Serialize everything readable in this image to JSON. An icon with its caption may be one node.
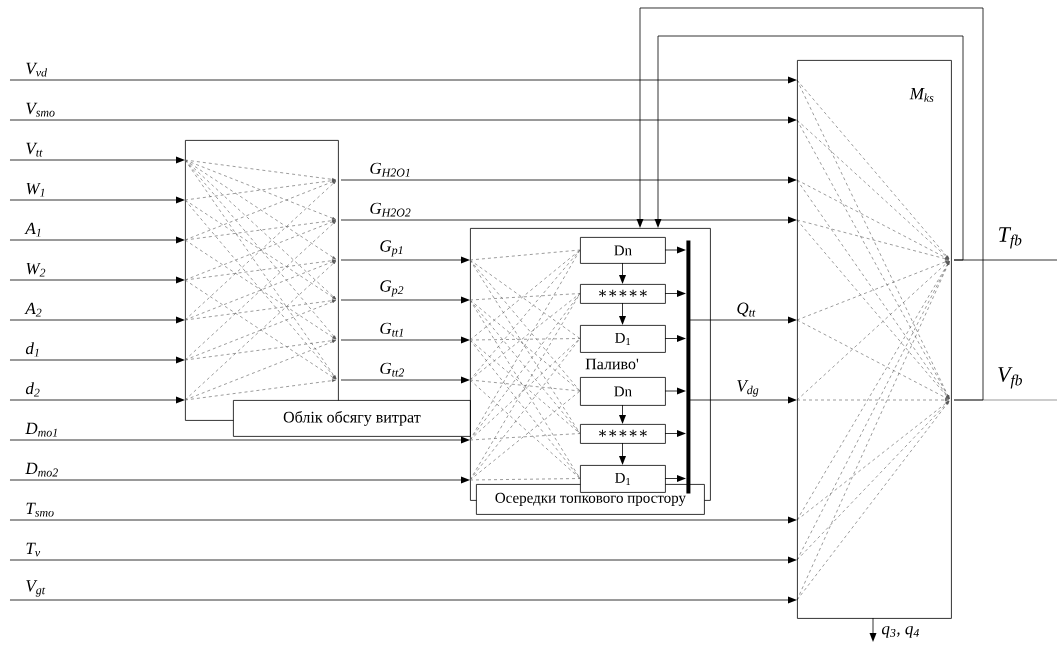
{
  "diagram": {
    "nodes": [
      {
        "text": [
          "Облік обсягу витрат"
        ]
      },
      {
        "text": [
          "Осередки топкового простору"
        ]
      },
      {
        "text": [
          "Dn"
        ],
        "in": 1
      },
      {
        "text": [
          "∗∗∗∗∗"
        ],
        "in": 1
      },
      {
        "text": [
          "D$_{1}$"
        ],
        "in": 1
      },
      {
        "text": [
          "Dn"
        ],
        "in": 1
      },
      {
        "text": [
          "∗∗∗∗∗"
        ],
        "in": 1
      },
      {
        "text": [
          "D$_{1}$"
        ],
        "in": 1
      },
      {
        "text": [
          "M$_{ks}$"
        ]
      },
      {
        "text": [],
        "shape": "bar",
        "in": 1
      }
    ],
    "edges": [
      {
        "from": null,
        "to": 8,
        "arrow": "to",
        "label": "V$_{vd}$"
      },
      {
        "from": null,
        "to": 8,
        "arrow": "to",
        "label": "V$_{smo}$"
      },
      {
        "from": null,
        "to": 0,
        "arrow": "to",
        "label": "V$_{tt}$"
      },
      {
        "from": null,
        "to": 0,
        "arrow": "to",
        "label": "W$_{1}$"
      },
      {
        "from": null,
        "to": 0,
        "arrow": "to",
        "label": "A$_{1}$"
      },
      {
        "from": null,
        "to": 0,
        "arrow": "to",
        "label": "W$_{2}$"
      },
      {
        "from": null,
        "to": 0,
        "arrow": "to",
        "label": "A$_{2}$"
      },
      {
        "from": null,
        "to": 0,
        "arrow": "to",
        "label": "d$_{1}$"
      },
      {
        "from": null,
        "to": 0,
        "arrow": "to",
        "label": "d$_{2}$"
      },
      {
        "from": null,
        "to": 1,
        "arrow": "to",
        "label": "D$_{mo1}$"
      },
      {
        "from": null,
        "to": 1,
        "arrow": "to",
        "label": "D$_{mo2}$"
      },
      {
        "from": null,
        "to": 8,
        "arrow": "to",
        "label": "T$_{smo}$"
      },
      {
        "from": null,
        "to": 8,
        "arrow": "to",
        "label": "T$_{v}$"
      },
      {
        "from": null,
        "to": 8,
        "arrow": "to",
        "label": "V$_{gt}$"
      },
      {
        "from": 0,
        "to": 8,
        "arrow": "to",
        "label": "G$_{H2O1}$"
      },
      {
        "from": 0,
        "to": 8,
        "arrow": "to",
        "label": "G$_{H2O2}$"
      },
      {
        "from": 0,
        "to": 1,
        "arrow": "to",
        "label": "G$_{p1}$"
      },
      {
        "from": 0,
        "to": 1,
        "arrow": "to",
        "label": "G$_{p2}$"
      },
      {
        "from": 0,
        "to": 1,
        "arrow": "to",
        "label": "G$_{tt1}$"
      },
      {
        "from": 0,
        "to": 1,
        "arrow": "to",
        "label": "G$_{tt2}$"
      },
      {
        "from": 2,
        "to": 3,
        "arrow": "to"
      },
      {
        "from": 3,
        "to": 4,
        "arrow": "to"
      },
      {
        "from": 5,
        "to": 6,
        "arrow": "to"
      },
      {
        "from": 6,
        "to": 7,
        "arrow": "to"
      },
      {
        "from": 2,
        "to": 9,
        "arrow": "to"
      },
      {
        "from": 3,
        "to": 9,
        "arrow": "to"
      },
      {
        "from": 4,
        "to": 9,
        "arrow": "to"
      },
      {
        "from": 5,
        "to": 9,
        "arrow": "to"
      },
      {
        "from": 6,
        "to": 9,
        "arrow": "to"
      },
      {
        "from": 7,
        "to": 9,
        "arrow": "to"
      },
      {
        "from": 9,
        "to": 8,
        "arrow": "to",
        "label": "Q$_{tt}$"
      },
      {
        "from": 9,
        "to": 8,
        "arrow": "to",
        "label": "V$_{dg}$"
      },
      {
        "from": 8,
        "to": null,
        "arrow": "none",
        "label": "T$_{fb}$"
      },
      {
        "from": 8,
        "to": null,
        "arrow": "none",
        "label": "V$_{fb}$"
      },
      {
        "from": 8,
        "to": 1,
        "arrow": "to"
      },
      {
        "from": 8,
        "to": 1,
        "arrow": "to"
      },
      {
        "from": 8,
        "to": null,
        "arrow": "to",
        "label": "q$_{3}$, q$_{4}$"
      }
    ],
    "labels": [
      "Паливо'"
    ]
  }
}
